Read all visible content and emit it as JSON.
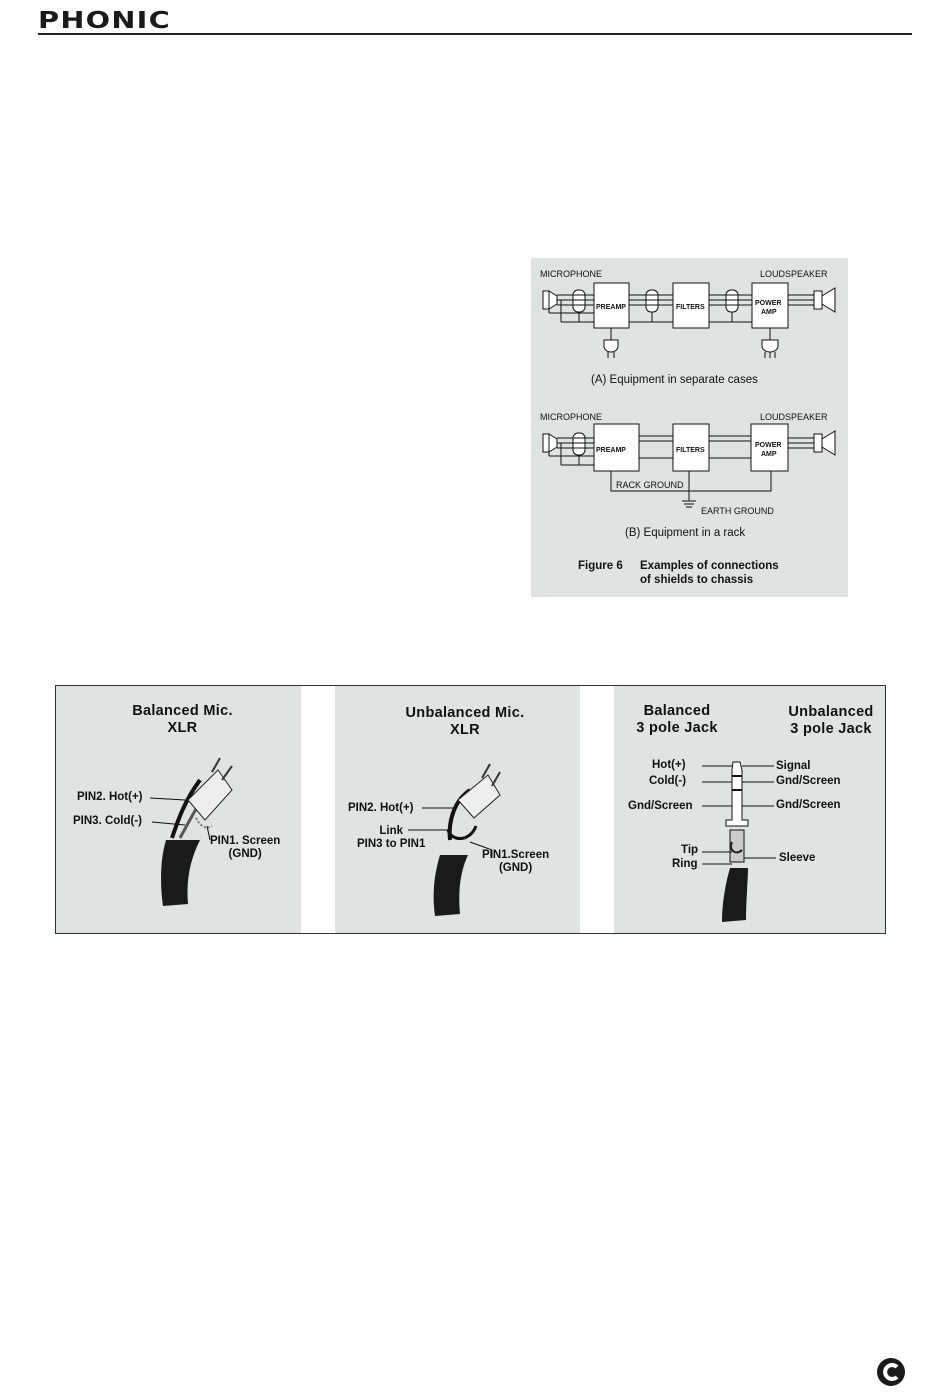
{
  "header": {
    "brand": "PHONIC"
  },
  "figure6": {
    "a": {
      "microphone": "MICROPHONE",
      "loudspeaker": "LOUDSPEAKER",
      "preamp": "PREAMP",
      "filters": "FILTERS",
      "power": "POWER",
      "amp": "AMP",
      "caption": "(A) Equipment in separate cases"
    },
    "b": {
      "microphone": "MICROPHONE",
      "loudspeaker": "LOUDSPEAKER",
      "preamp": "PREAMP",
      "filters": "FILTERS",
      "power": "POWER",
      "amp": "AMP",
      "rack_ground": "RACK GROUND",
      "earth_ground": "EARTH GROUND",
      "caption": "(B) Equipment in a rack"
    },
    "title_num": "Figure 6",
    "title_line1": "Examples of connections",
    "title_line2": "of shields to chassis"
  },
  "wiring": {
    "balanced_mic": {
      "title1": "Balanced Mic.",
      "title2": "XLR",
      "pin2": "PIN2. Hot(+)",
      "pin3": "PIN3. Cold(-)",
      "pin1a": "PIN1. Screen",
      "pin1b": "(GND)"
    },
    "unbalanced_mic": {
      "title1": "Unbalanced Mic.",
      "title2": "XLR",
      "pin2": "PIN2. Hot(+)",
      "link1": "Link",
      "link2": "PIN3 to PIN1",
      "pin1a": "PIN1.Screen",
      "pin1b": "(GND)"
    },
    "jack": {
      "bal1": "Balanced",
      "bal2": "3 pole Jack",
      "unbal1": "Unbalanced",
      "unbal2": "3 pole Jack",
      "hot": "Hot(+)",
      "cold": "Cold(-)",
      "gnd_left": "Gnd/Screen",
      "signal": "Signal",
      "gnd_r1": "Gnd/Screen",
      "gnd_r2": "Gnd/Screen",
      "tip": "Tip",
      "ring": "Ring",
      "sleeve": "Sleeve"
    }
  }
}
